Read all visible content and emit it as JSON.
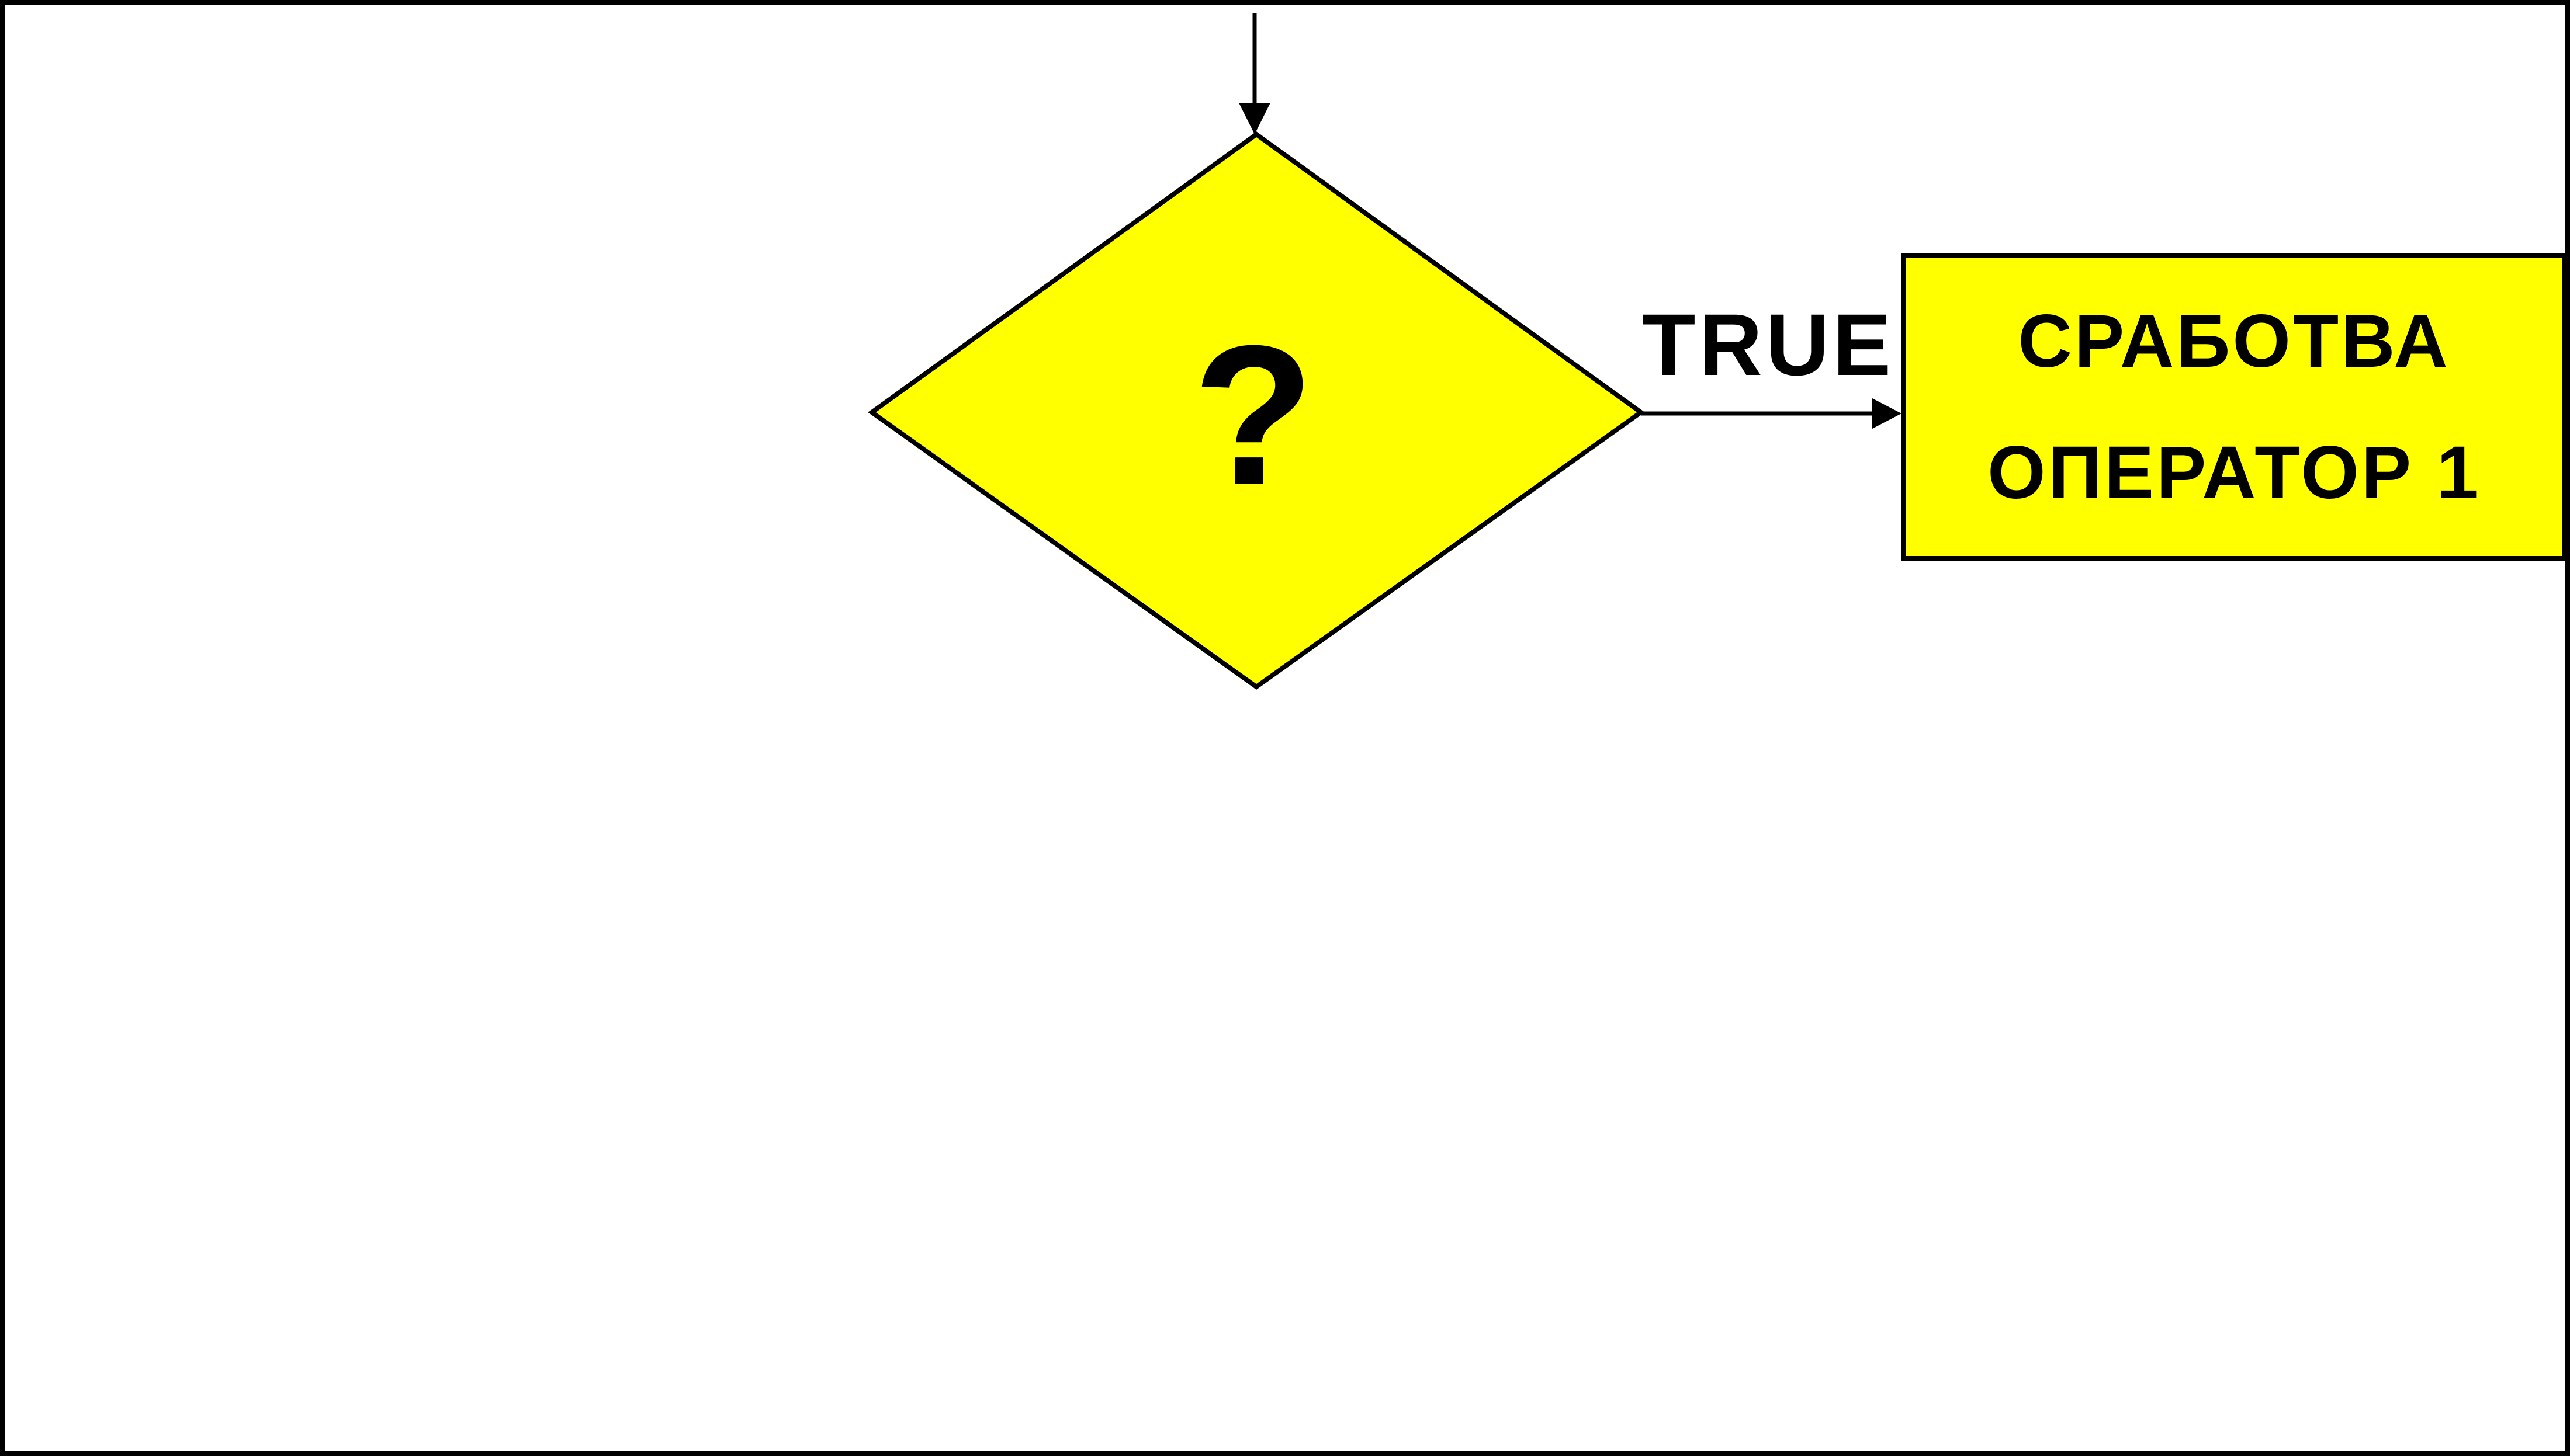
{
  "colors": {
    "shape_fill": "#FFFF00",
    "stroke": "#000000",
    "background": "#FFFFFF"
  },
  "decision": {
    "symbol": "?"
  },
  "edge_true": {
    "label": "TRUE"
  },
  "process": {
    "line1": "СРАБОТВА",
    "line2": "ОПЕРАТОР 1"
  }
}
